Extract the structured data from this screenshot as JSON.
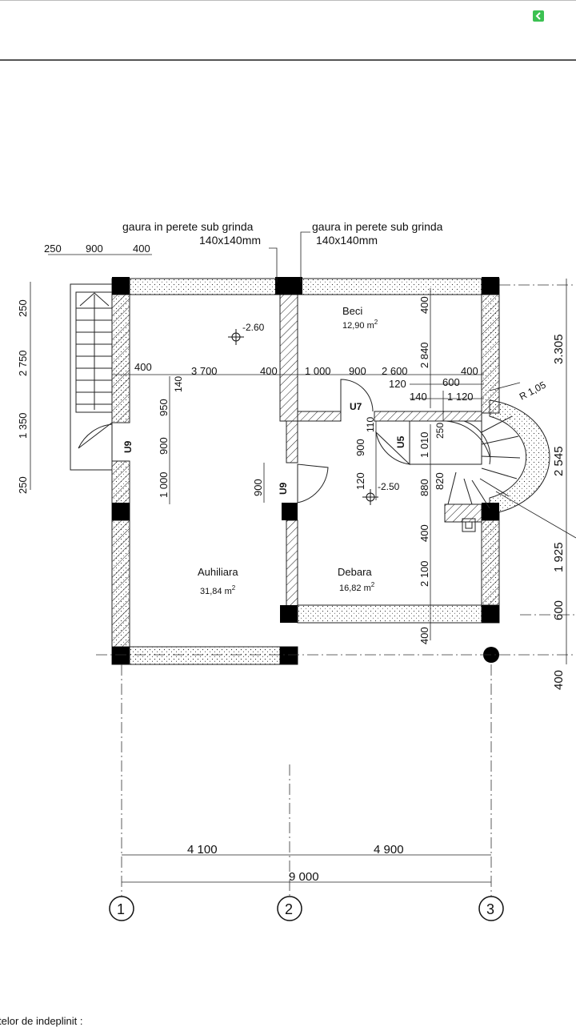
{
  "header": {
    "badge_color": "#3cc152"
  },
  "notes": {
    "hole_left": [
      "gaura in perete sub grinda",
      "140x140mm"
    ],
    "hole_right": [
      "gaura in perete sub grinda",
      "140x140mm"
    ]
  },
  "rooms": {
    "beci": {
      "name": "Beci",
      "area": "12,90 m",
      "sup": "2"
    },
    "auxiliara": {
      "name": "Auhiliara",
      "area": "31,84 m",
      "sup": "2"
    },
    "debara": {
      "name": "Debara",
      "area": "16,82 m",
      "sup": "2"
    }
  },
  "levels": {
    "left": "-2.60",
    "right": "-2.50"
  },
  "doors": [
    "U9",
    "U9",
    "U7",
    "U5"
  ],
  "radius_label": "R 1,05",
  "dims": {
    "top_row": [
      "250",
      "900",
      "400"
    ],
    "left_col": [
      "250",
      "2 750",
      "1 350",
      "250"
    ],
    "right_col": [
      "3.305",
      "2 545",
      "1 925",
      "600",
      "400"
    ],
    "mid_row": [
      "400",
      "3 700",
      "400",
      "1 000",
      "900",
      "2 600",
      "400"
    ],
    "stair_row1": [
      "120",
      "600"
    ],
    "stair_row2": [
      "140",
      "1 120"
    ],
    "vert_beci": [
      "400",
      "2 840"
    ],
    "vert_left_inner": [
      "140",
      "950",
      "900",
      "1 000"
    ],
    "vert_u9": [
      "900"
    ],
    "vert_u7": [
      "110",
      "900",
      "120"
    ],
    "vert_stair": [
      "1 010",
      "250",
      "820",
      "880"
    ],
    "vert_debara": [
      "400",
      "2 100",
      "400"
    ],
    "bottom": [
      "4 100",
      "4 900",
      "9 000"
    ]
  },
  "grid_axes": [
    "1",
    "2",
    "3"
  ],
  "footer_text": "telor de indeplinit :"
}
